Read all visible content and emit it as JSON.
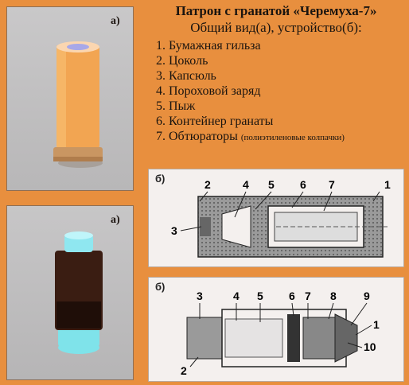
{
  "title": "Патрон с гранатой «Черемуха-7»",
  "subtitle": "Общий вид(а), устройство(б):",
  "parts": [
    {
      "num": "1.",
      "label": "Бумажная гильза"
    },
    {
      "num": "2.",
      "label": "Цоколь"
    },
    {
      "num": "3.",
      "label": "Капсюль"
    },
    {
      "num": "4.",
      "label": "Пороховой заряд"
    },
    {
      "num": "5.",
      "label": "Пыж"
    },
    {
      "num": "6.",
      "label": "Контейнер гранаты"
    },
    {
      "num": "7.",
      "label": "Обтюраторы",
      "note": "(полиэтиленовые колпачки)"
    }
  ],
  "photo_top_label": "а)",
  "photo_bottom_label": "а)",
  "diagram1": {
    "label": "б)",
    "callouts": [
      "2",
      "4",
      "5",
      "6",
      "7",
      "1",
      "3"
    ]
  },
  "diagram2": {
    "label": "б)",
    "callouts": [
      "3",
      "4",
      "5",
      "6",
      "7",
      "8",
      "9",
      "1",
      "10",
      "2"
    ]
  }
}
